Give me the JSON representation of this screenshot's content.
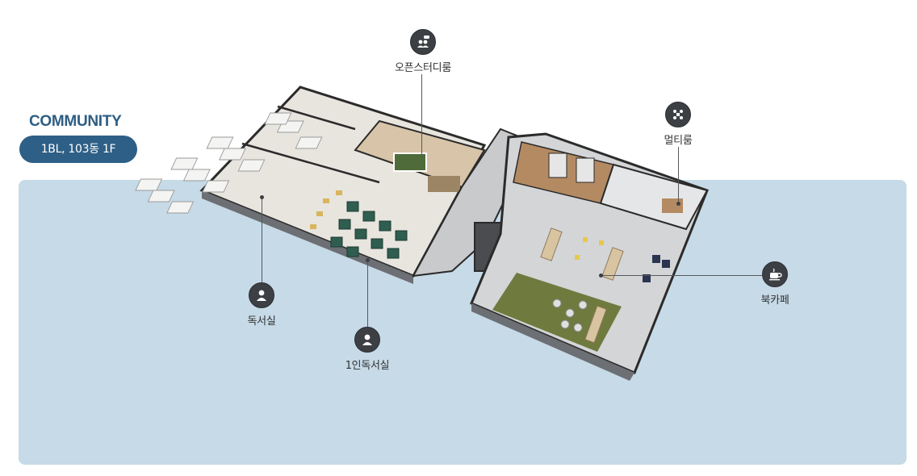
{
  "section": {
    "title": "COMMUNITY",
    "location": "1BL, 103동 1F"
  },
  "rooms": {
    "open_study": {
      "label": "오픈스터디룸",
      "icon": "people-chat-icon"
    },
    "multi_room": {
      "label": "멀티룸",
      "icon": "group-meeting-icon"
    },
    "book_cafe": {
      "label": "북카페",
      "icon": "coffee-cup-icon"
    },
    "reading_room": {
      "label": "독서실",
      "icon": "person-icon"
    },
    "single_reading": {
      "label": "1인독서실",
      "icon": "person-icon"
    }
  },
  "colors": {
    "accent": "#2e5f86",
    "panel": "#c6dae7",
    "marker": "#3c3f43",
    "lawn": "#6f7a3e",
    "desk_green": "#2f5d50"
  }
}
